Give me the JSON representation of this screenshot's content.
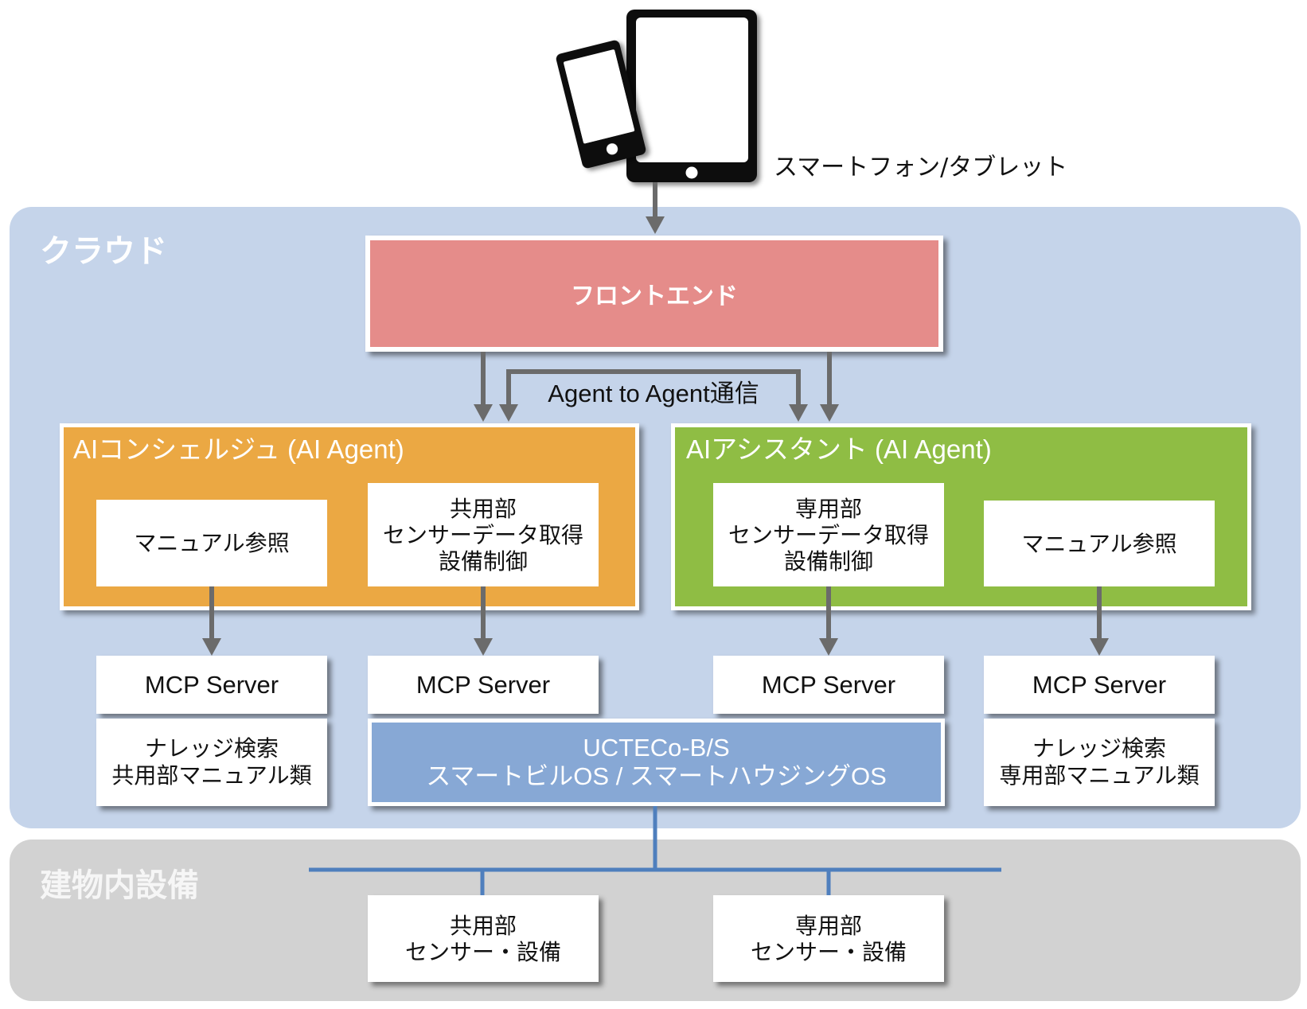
{
  "devices": {
    "label": "スマートフォン/タブレット",
    "icons": [
      "smartphone-icon",
      "tablet-icon"
    ]
  },
  "cloud": {
    "label": "クラウド"
  },
  "frontend": {
    "label": "フロントエンド"
  },
  "a2a": {
    "label": "Agent to Agent通信"
  },
  "agents": [
    {
      "title": "AIコンシェルジュ (AI Agent)",
      "modules": [
        {
          "lines": [
            "マニュアル参照"
          ]
        },
        {
          "lines": [
            "共用部",
            "センサーデータ取得",
            "設備制御"
          ]
        }
      ]
    },
    {
      "title": "AIアシスタント (AI Agent)",
      "modules": [
        {
          "lines": [
            "専用部",
            "センサーデータ取得",
            "設備制御"
          ]
        },
        {
          "lines": [
            "マニュアル参照"
          ]
        }
      ]
    }
  ],
  "mcp_servers": [
    "MCP Server",
    "MCP Server",
    "MCP Server",
    "MCP Server"
  ],
  "knowledge": [
    {
      "lines": [
        "ナレッジ検索",
        "共用部マニュアル類"
      ]
    },
    {
      "lines": [
        "ナレッジ検索",
        "専用部マニュアル類"
      ]
    }
  ],
  "os_platform": {
    "lines": [
      "UCTECo-B/S",
      "スマートビルOS / スマートハウジングOS"
    ]
  },
  "building": {
    "label": "建物内設備",
    "equipment": [
      {
        "lines": [
          "共用部",
          "センサー・設備"
        ]
      },
      {
        "lines": [
          "専用部",
          "センサー・設備"
        ]
      }
    ]
  },
  "colors": {
    "cloud": "#c5d4ea",
    "building": "#d2d2d2",
    "frontend": "#e58c8a",
    "concierge": "#eba843",
    "assistant": "#8fbd44",
    "os_platform": "#87a8d5",
    "arrow": "#6b6b6b",
    "bus_line": "#4f7fbd"
  }
}
